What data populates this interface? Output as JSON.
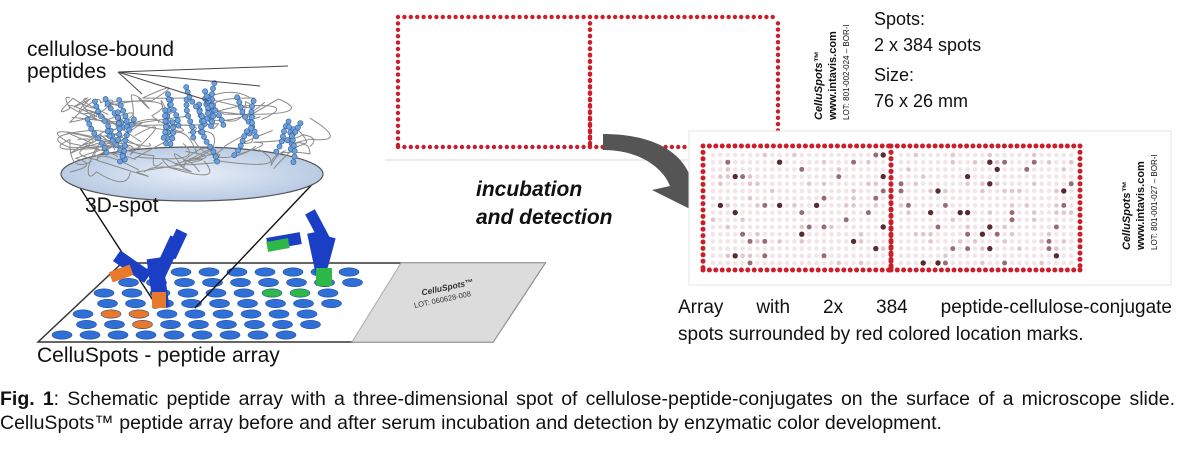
{
  "left_panel": {
    "peptides_label_line1": "cellulose-bound",
    "peptides_label_line2": "peptides",
    "spot_label": "3D-spot",
    "array_label": "CelluSpots - peptide array",
    "small_slide_brand": "CelluSpots™",
    "small_slide_lot": "LOT: 060628-008"
  },
  "top_slide": {
    "brand": "CelluSpots™",
    "url": "www.intavis.com",
    "lot": "LOT: 801-002-024 – BOR-I"
  },
  "bottom_slide": {
    "brand": "CelluSpots™",
    "url": "www.intavis.com",
    "lot": "LOT: 801-001-027 – BOR-I"
  },
  "specs": {
    "spots_heading": "Spots:",
    "spots_value": "2 x 384 spots",
    "size_heading": "Size:",
    "size_value": "76 x 26 mm"
  },
  "arrow_label": {
    "line1": "incubation",
    "line2": "and detection"
  },
  "array_caption": {
    "line1": "Array with 2x 384 peptide-cellulose-conjugate",
    "line2": "spots surrounded by red colored location marks."
  },
  "caption": {
    "fig_label": "Fig. 1",
    "text": ": Schematic peptide array with a three-dimensional spot of cellulose-peptide-conjugates on the surface of a microscope slide. CelluSpots™ peptide array before and after serum incubation and detection by enzymatic color development."
  },
  "colors": {
    "location_mark": "#cc1e2a",
    "spot_blue": "#2f6fd6",
    "antibody_blue": "#1a3fc4",
    "highlight_orange": "#e8782a",
    "highlight_green": "#2fb84a",
    "arrow_gray": "#555555"
  },
  "icons": {
    "process_arrow": "curved-arrow-right"
  }
}
